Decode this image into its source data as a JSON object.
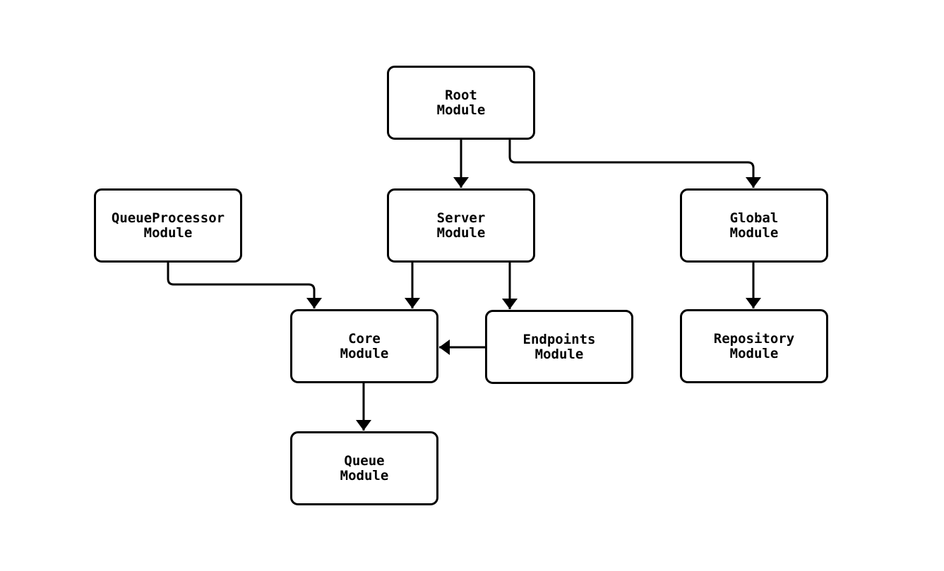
{
  "diagram": {
    "type": "module-dependency-graph",
    "background_color": "#ffffff",
    "node_fill_color": "#ffffff",
    "node_border_color": "#000000",
    "text_color": "#000000",
    "edge_color": "#000000",
    "nodes": [
      {
        "id": "root",
        "label": "Root\nModule"
      },
      {
        "id": "queueprocessor",
        "label": "QueueProcessor\nModule"
      },
      {
        "id": "server",
        "label": "Server\nModule"
      },
      {
        "id": "global",
        "label": "Global\nModule"
      },
      {
        "id": "core",
        "label": "Core\nModule"
      },
      {
        "id": "endpoints",
        "label": "Endpoints\nModule"
      },
      {
        "id": "repository",
        "label": "Repository\nModule"
      },
      {
        "id": "queue",
        "label": "Queue\nModule"
      }
    ],
    "edges": [
      {
        "from": "Root Module",
        "to": "Server Module"
      },
      {
        "from": "Root Module",
        "to": "Global Module"
      },
      {
        "from": "QueueProcessor Module",
        "to": "Core Module"
      },
      {
        "from": "Server Module",
        "to": "Core Module"
      },
      {
        "from": "Server Module",
        "to": "Endpoints Module"
      },
      {
        "from": "Endpoints Module",
        "to": "Core Module"
      },
      {
        "from": "Global Module",
        "to": "Repository Module"
      },
      {
        "from": "Core Module",
        "to": "Queue Module"
      }
    ]
  }
}
